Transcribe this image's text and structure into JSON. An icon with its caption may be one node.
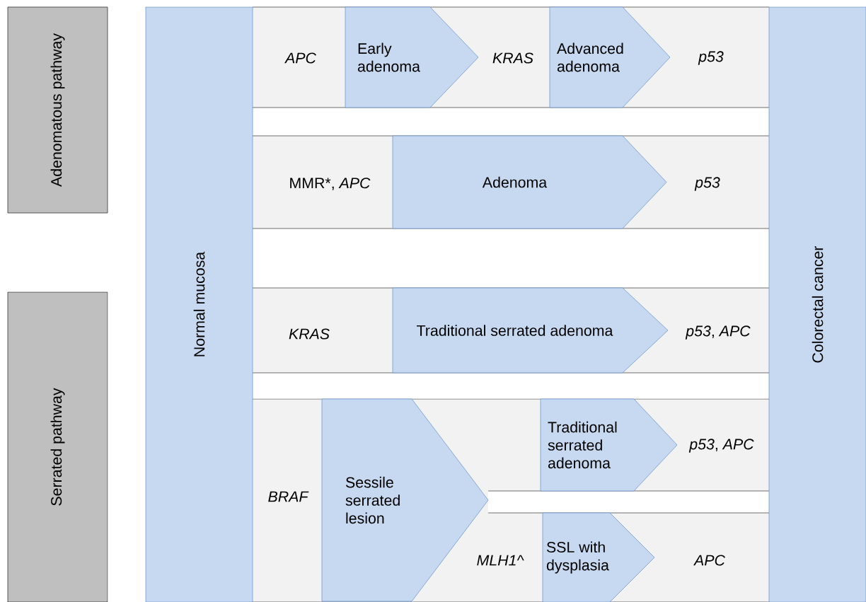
{
  "diagram": {
    "nodes": [
      {
        "text": [
          "Adenomatous pathway"
        ]
      },
      {
        "text": [
          "Serrated pathway"
        ]
      },
      {
        "text": [
          "Normal mucosa"
        ]
      },
      {
        "text": [
          "Early adenoma"
        ]
      },
      {
        "text": [
          "Advanced adenoma"
        ]
      },
      {
        "text": [
          "Adenoma"
        ]
      },
      {
        "text": [
          "Traditional serrated adenoma"
        ]
      },
      {
        "text": [
          "Sessile serrated lesion"
        ]
      },
      {
        "text": [
          "Traditional serrated adenoma"
        ]
      },
      {
        "text": [
          "SSL with dysplasia"
        ]
      },
      {
        "text": [
          "Colorectal cancer"
        ]
      }
    ],
    "labels": [
      "APC",
      "KRAS",
      "p53",
      "MMR*, *APC*",
      "p53",
      "KRAS",
      "*p53*, *APC*",
      "*p53*, *APC*",
      "BRAF",
      "MLH1^",
      "APC"
    ]
  }
}
